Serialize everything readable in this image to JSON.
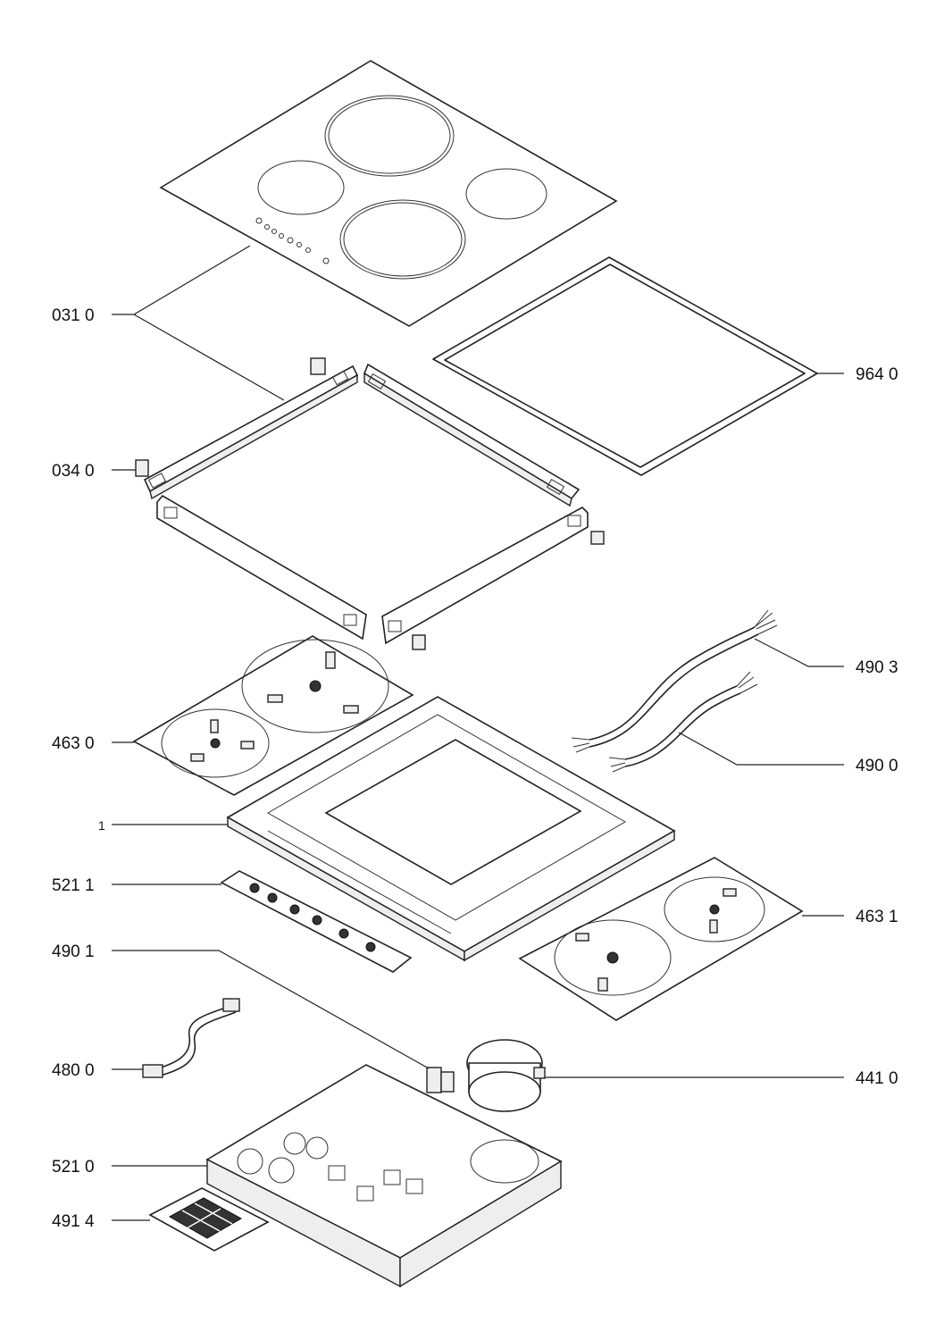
{
  "diagram": {
    "labels": {
      "l0310": "031 0",
      "l0340": "034 0",
      "l4630": "463 0",
      "l1": "1",
      "l5211": "521 1",
      "l4901": "490 1",
      "l4800": "480 0",
      "l5210": "521 0",
      "l4914": "491 4",
      "l9640": "964 0",
      "l4903": "490 3",
      "l4900": "490 0",
      "l4631": "463 1",
      "l4410": "441 0"
    }
  }
}
